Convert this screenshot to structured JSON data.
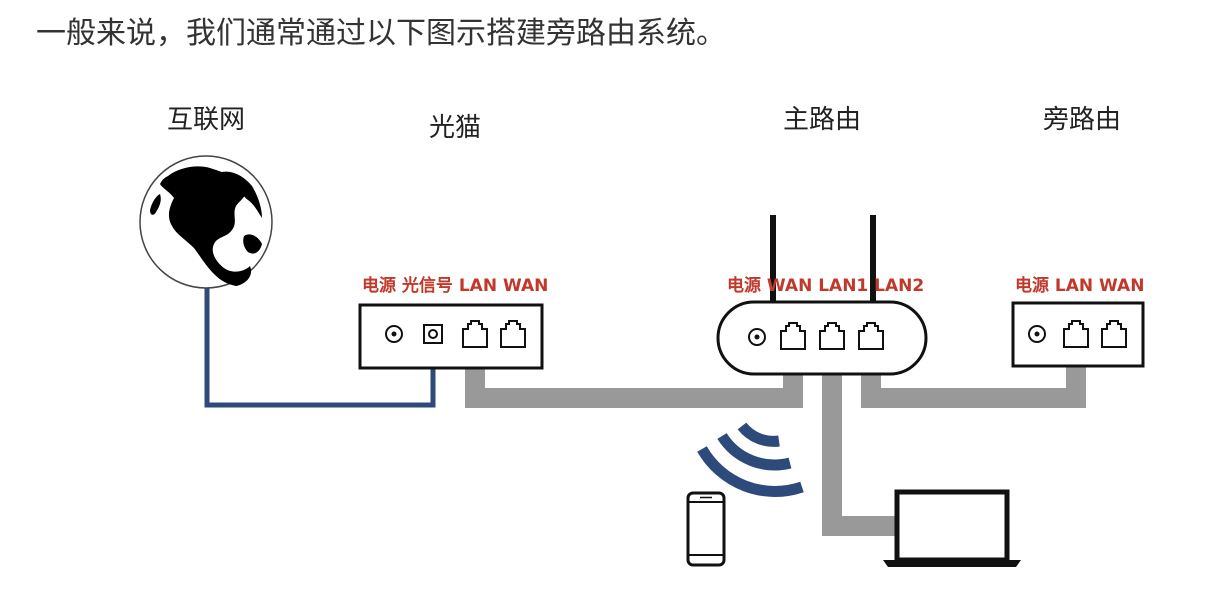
{
  "intro_text": "一般来说，我们通常通过以下图示搭建旁路由系统。",
  "colors": {
    "label_red": "#c0392b",
    "fiber_blue": "#2e4a7a",
    "cable_gray": "#999999",
    "device_stroke": "#111111",
    "wifi_blue": "#2e4a7a"
  },
  "devices": {
    "internet": {
      "title": "互联网",
      "icon": "globe-icon"
    },
    "modem": {
      "title": "光猫",
      "port_labels": "电源 光信号 LAN WAN",
      "icon": "modem-icon"
    },
    "main_router": {
      "title": "主路由",
      "port_labels": "电源 WAN LAN1 LAN2",
      "icon": "router-icon"
    },
    "bypass_router": {
      "title": "旁路由",
      "port_labels": "电源 LAN WAN",
      "icon": "bypass-router-icon"
    },
    "phone": {
      "icon": "phone-icon"
    },
    "laptop": {
      "icon": "laptop-icon"
    },
    "wifi": {
      "icon": "wifi-icon"
    }
  }
}
